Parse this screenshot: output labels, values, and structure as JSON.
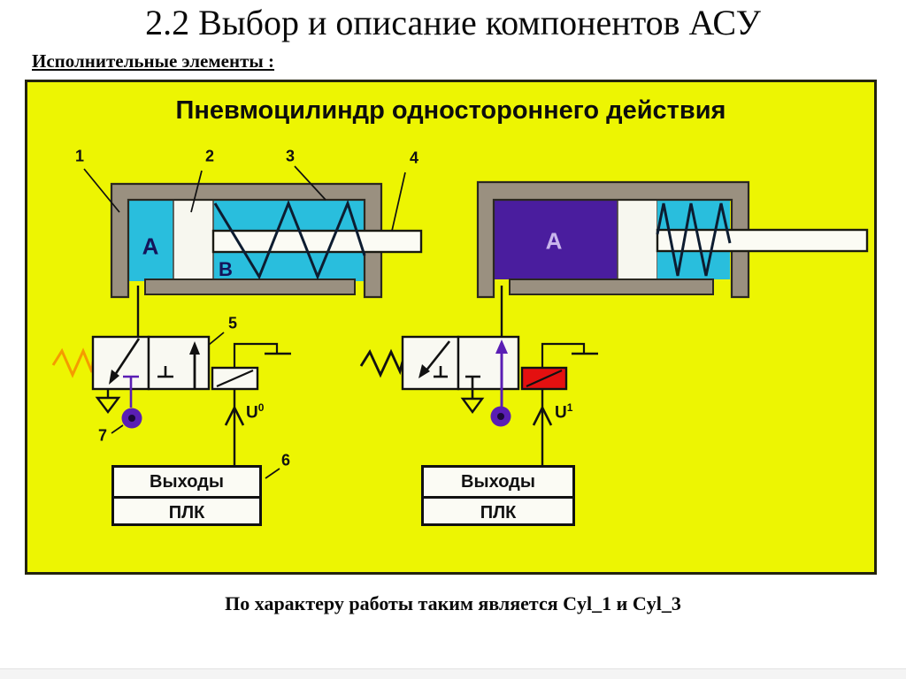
{
  "slide": {
    "title": "2.2 Выбор и описание компонентов АСУ",
    "subtitle": "Исполнительные элементы :",
    "caption": "По характеру работы таким является Cyl_1 и Cyl_3"
  },
  "panel": {
    "title": "Пневмоцилиндр одностороннего действия",
    "callouts": {
      "c1": "1",
      "c2": "2",
      "c3": "3",
      "c4": "4",
      "c5": "5",
      "c6": "6",
      "c7": "7"
    },
    "left_cylinder": {
      "chamber_a": "A",
      "chamber_b": "B"
    },
    "right_cylinder": {
      "chamber_a": "A"
    },
    "left_valve": {
      "signal_base": "U",
      "signal_sup": "0"
    },
    "right_valve": {
      "signal_base": "U",
      "signal_sup": "1"
    },
    "left_plc_box": {
      "row1": "Выходы",
      "row2": "ПЛК"
    },
    "right_plc_box": {
      "row1": "Выходы",
      "row2": "ПЛК"
    },
    "colors": {
      "panel_bg": "#edf502",
      "body_gray": "#9a9080",
      "air_cyan": "#29bedd",
      "pressure_purple": "#4a1d9e",
      "piston_white": "#f7f7ef",
      "solenoid_red": "#e41010",
      "spring_orange": "#f59b00",
      "signal_violet": "#5a1eb4",
      "spring_dark": "#0d1c30"
    }
  }
}
